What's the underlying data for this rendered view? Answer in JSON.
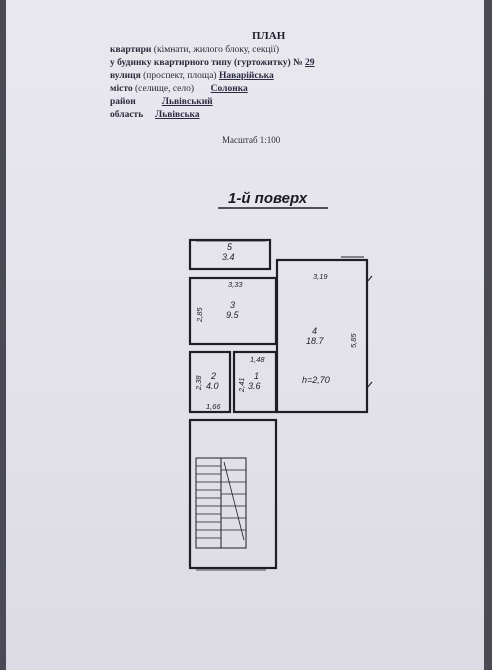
{
  "header": {
    "title": "ПЛАН",
    "line1_label": "квартири",
    "line1_rest": "(кімнати, жилого блоку, секції)",
    "line2_label": "у будинку квартирного типу (гуртожитку) №",
    "line2_value": "29",
    "line3_label": "вулиця",
    "line3_rest": "(проспект, площа)",
    "line3_value": "Наварійська",
    "line4_label": "місто",
    "line4_rest": "(селище, село)",
    "line4_value": "Солонка",
    "line5_label": "район",
    "line5_value": "Львівський",
    "line6_label": "область",
    "line6_value": "Львівська"
  },
  "scale": "Масштаб 1:100",
  "floor_title": "1-й поверх",
  "rooms": {
    "r5": {
      "num": "5",
      "area": "3.4"
    },
    "r3": {
      "num": "3",
      "area": "9.5"
    },
    "r4": {
      "num": "4",
      "area": "18.7"
    },
    "r2": {
      "num": "2",
      "area": "4.0"
    },
    "r1": {
      "num": "1",
      "area": "3.6"
    }
  },
  "dims": {
    "d_333": "3,33",
    "d_319": "3,19",
    "d_285": "2,85",
    "d_585": "5,85",
    "d_148": "1,48",
    "d_238": "2,38",
    "d_241": "2,41",
    "d_166": "1,66",
    "height": "h=2,70"
  },
  "colors": {
    "paper": "#e6e5ec",
    "ink": "#1e1e28",
    "background": "#4a4a55"
  }
}
